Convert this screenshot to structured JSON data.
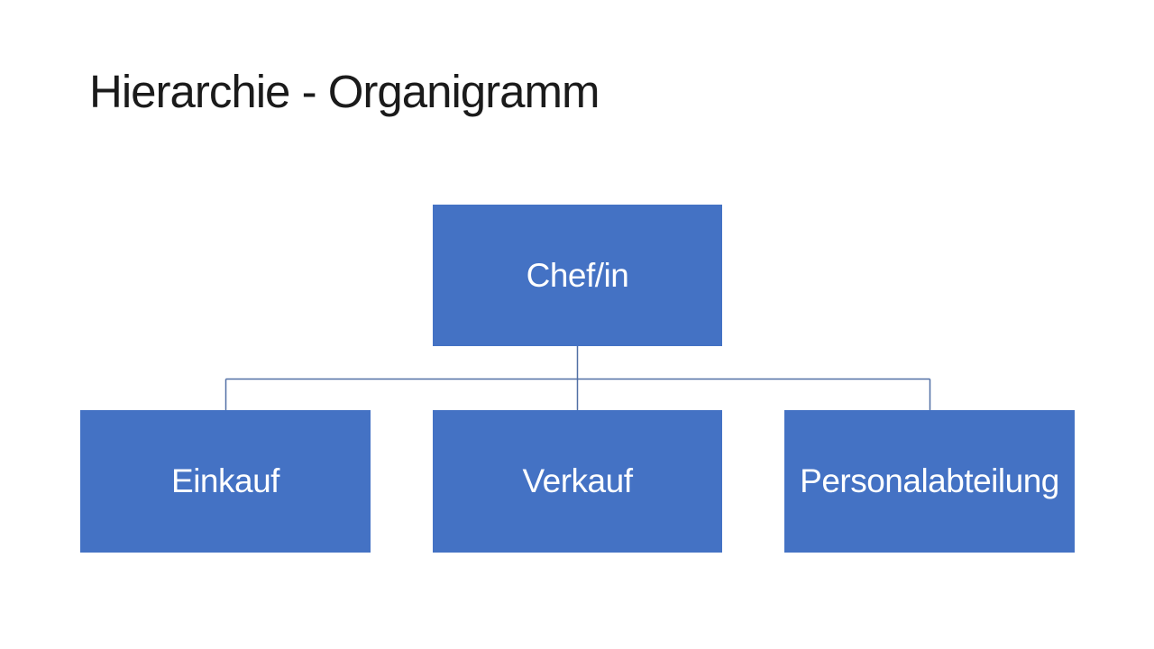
{
  "slide": {
    "title": "Hierarchie - Organigramm",
    "background_color": "#ffffff",
    "title_color": "#1b1b1b"
  },
  "org_chart": {
    "type": "hierarchy",
    "root": {
      "label": "Chef/in"
    },
    "children": [
      {
        "label": "Einkauf"
      },
      {
        "label": "Verkauf"
      },
      {
        "label": "Personalabteilung"
      }
    ],
    "node_fill": "#4472C4",
    "node_text_color": "#ffffff",
    "connector_color": "#506fa5"
  }
}
